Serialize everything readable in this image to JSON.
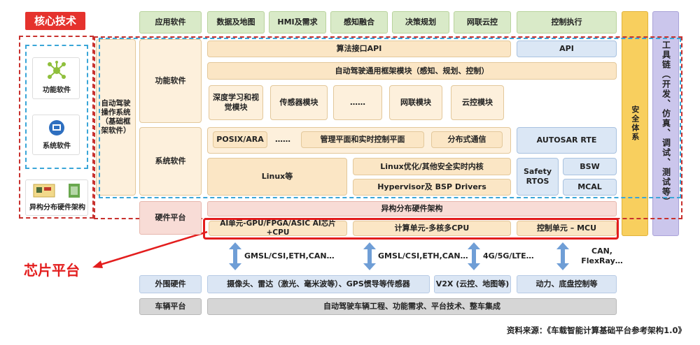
{
  "left": {
    "core_title": "核心技术",
    "func_label": "功能软件",
    "sys_label": "系统软件",
    "hw_label": "异构分布硬件架构",
    "chip_label": "芯片平台"
  },
  "top_row": [
    "应用软件",
    "数据及地图",
    "HMI及需求",
    "感知融合",
    "决策规划",
    "网联云控",
    "控制执行"
  ],
  "os_label": "自动驾驶操作系统（基础框架软件）",
  "func_section": {
    "label": "功能软件",
    "algo_api": "算法接口API",
    "api": "API",
    "framework": "自动驾驶通用框架模块（感知、规划、控制）",
    "modules": [
      "深度学习和视觉模块",
      "传感器模块",
      "……",
      "网联模块",
      "云控模块"
    ]
  },
  "sys_section": {
    "label": "系统软件",
    "posix": "POSIX/ARA",
    "dots": "……",
    "mgmt": "管理平面和实时控制平面",
    "dist": "分布式通信",
    "autosar": "AUTOSAR RTE",
    "linux": "Linux等",
    "linux_opt": "Linux优化/其他安全实时内核",
    "hypervisor": "Hypervisor及 BSP Drivers",
    "safety": "Safety RTOS",
    "bsw": "BSW",
    "mcal": "MCAL"
  },
  "hardware": {
    "label": "硬件平台",
    "arch": "异构分布硬件架构",
    "ai": "AI单元-GPU/FPGA/ASIC AI芯片+CPU",
    "compute": "计算单元-多核多CPU",
    "control": "控制单元 – MCU"
  },
  "interfaces": [
    "GMSL/CSI,ETH,CAN…",
    "GMSL/CSI,ETH,CAN…",
    "4G/5G/LTE…",
    "CAN, FlexRay…"
  ],
  "peripheral": {
    "label": "外围硬件",
    "sensors": "摄像头、雷达（激光、毫米波等）、GPS惯导等传感器",
    "v2x": "V2X (云控、地图等)",
    "power": "动力、底盘控制等"
  },
  "vehicle": {
    "label": "车辆平台",
    "content": "自动驾驶车辆工程、功能需求、平台技术、整车集成"
  },
  "right": {
    "security": "安全体系",
    "toolchain": "工具链（开发、仿真、调试、测试等）"
  },
  "source": "资料来源：《车载智能计算基础平台参考架构1.0》",
  "colors": {
    "red": "#e31d1d",
    "peach": "#fbe6c5",
    "green": "#d9eac8",
    "blue": "#dbe7f5",
    "yellow": "#f8cf5e",
    "purple": "#cbc6ec",
    "arrow": "#6f9ed6"
  }
}
